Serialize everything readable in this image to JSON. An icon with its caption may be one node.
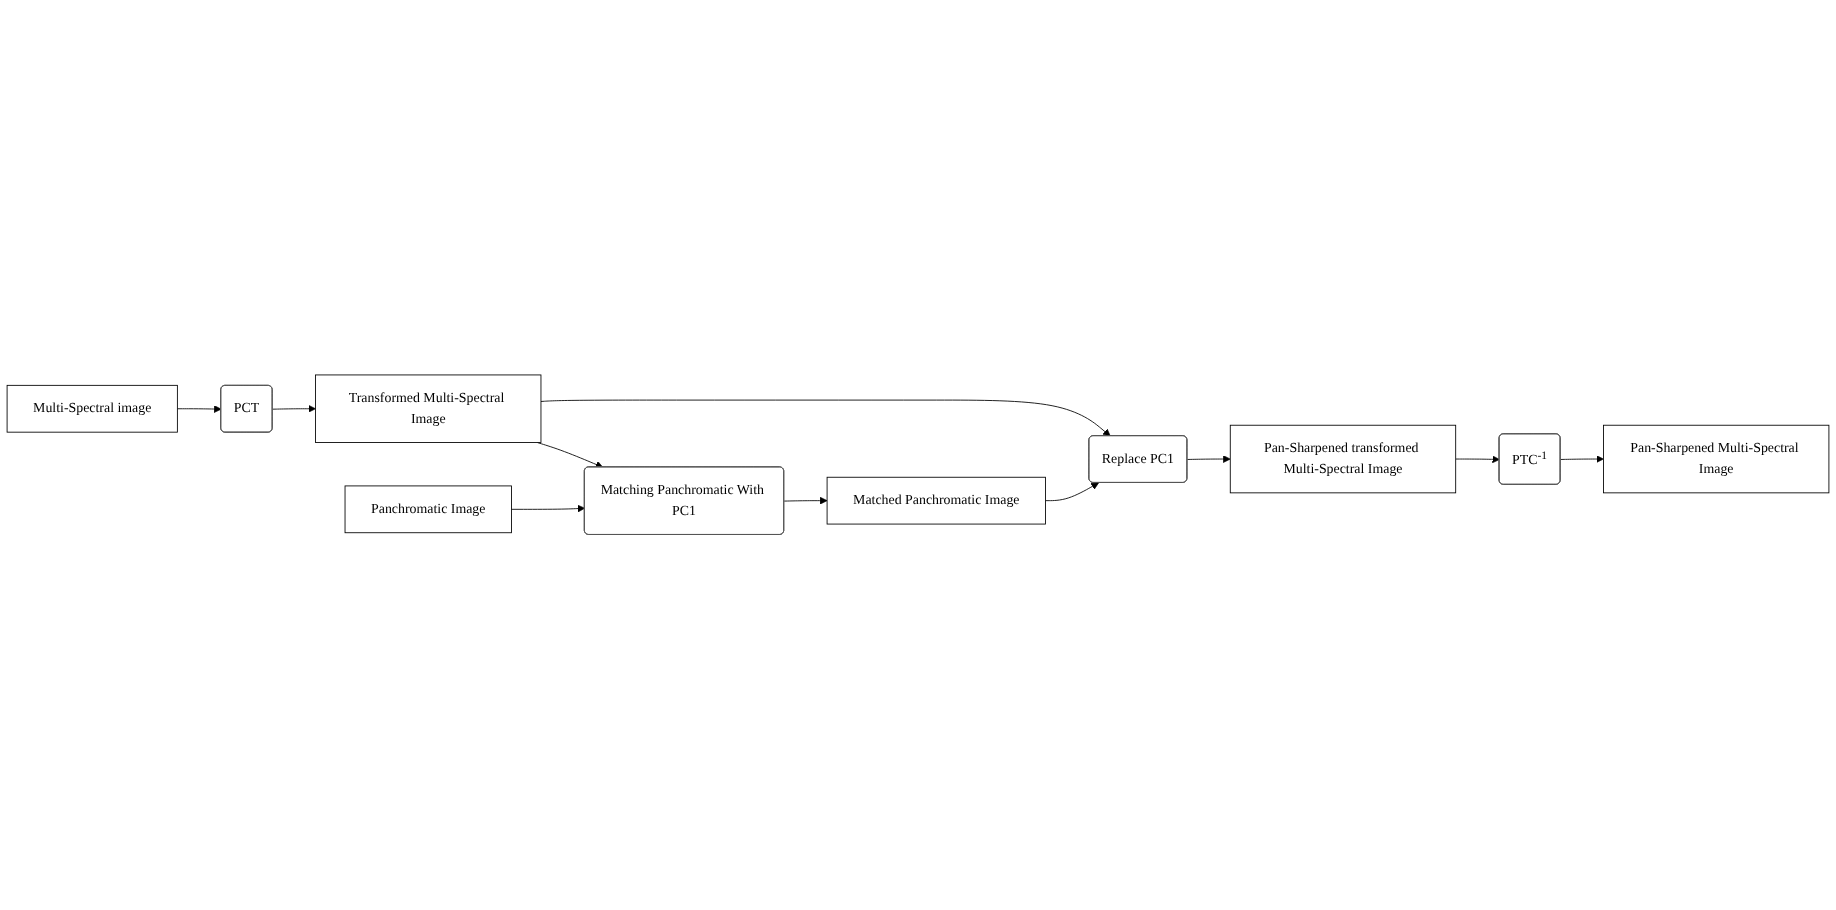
{
  "diagram": {
    "nodes": [
      {
        "text": [
          "Multi-Spectral image"
        ]
      },
      {
        "text": [
          "PCT"
        ]
      },
      {
        "text": [
          "Transformed Multi-Spectral Image"
        ]
      },
      {
        "text": [
          "Matching Panchromatic With PC1"
        ]
      },
      {
        "text": [
          "Panchromatic Image"
        ]
      },
      {
        "text": [
          "Pan-Sharpened Multi-Spectral Image"
        ]
      },
      {
        "text": [
          "Replace PC1"
        ]
      },
      {
        "text": [
          "Matched Panchromatic Image"
        ]
      },
      {
        "text": [
          "Pan-Sharpened transformed Multi-Spectral Image"
        ]
      },
      {
        "text": [
          "PTC$^{-1}$"
        ]
      }
    ],
    "edges": [
      {
        "from": 0,
        "to": 1,
        "arrow": "to"
      },
      {
        "from": 1,
        "to": 2,
        "arrow": "to"
      },
      {
        "from": 2,
        "to": 3,
        "arrow": "to"
      },
      {
        "from": 4,
        "to": 3,
        "arrow": "to"
      },
      {
        "from": 3,
        "to": 7,
        "arrow": "to"
      },
      {
        "from": 2,
        "to": 6,
        "arrow": "to"
      },
      {
        "from": 7,
        "to": 6,
        "arrow": "to"
      },
      {
        "from": 6,
        "to": 8,
        "arrow": "to"
      },
      {
        "from": 8,
        "to": 9,
        "arrow": "to"
      },
      {
        "from": 9,
        "to": 5,
        "arrow": "to"
      }
    ]
  }
}
